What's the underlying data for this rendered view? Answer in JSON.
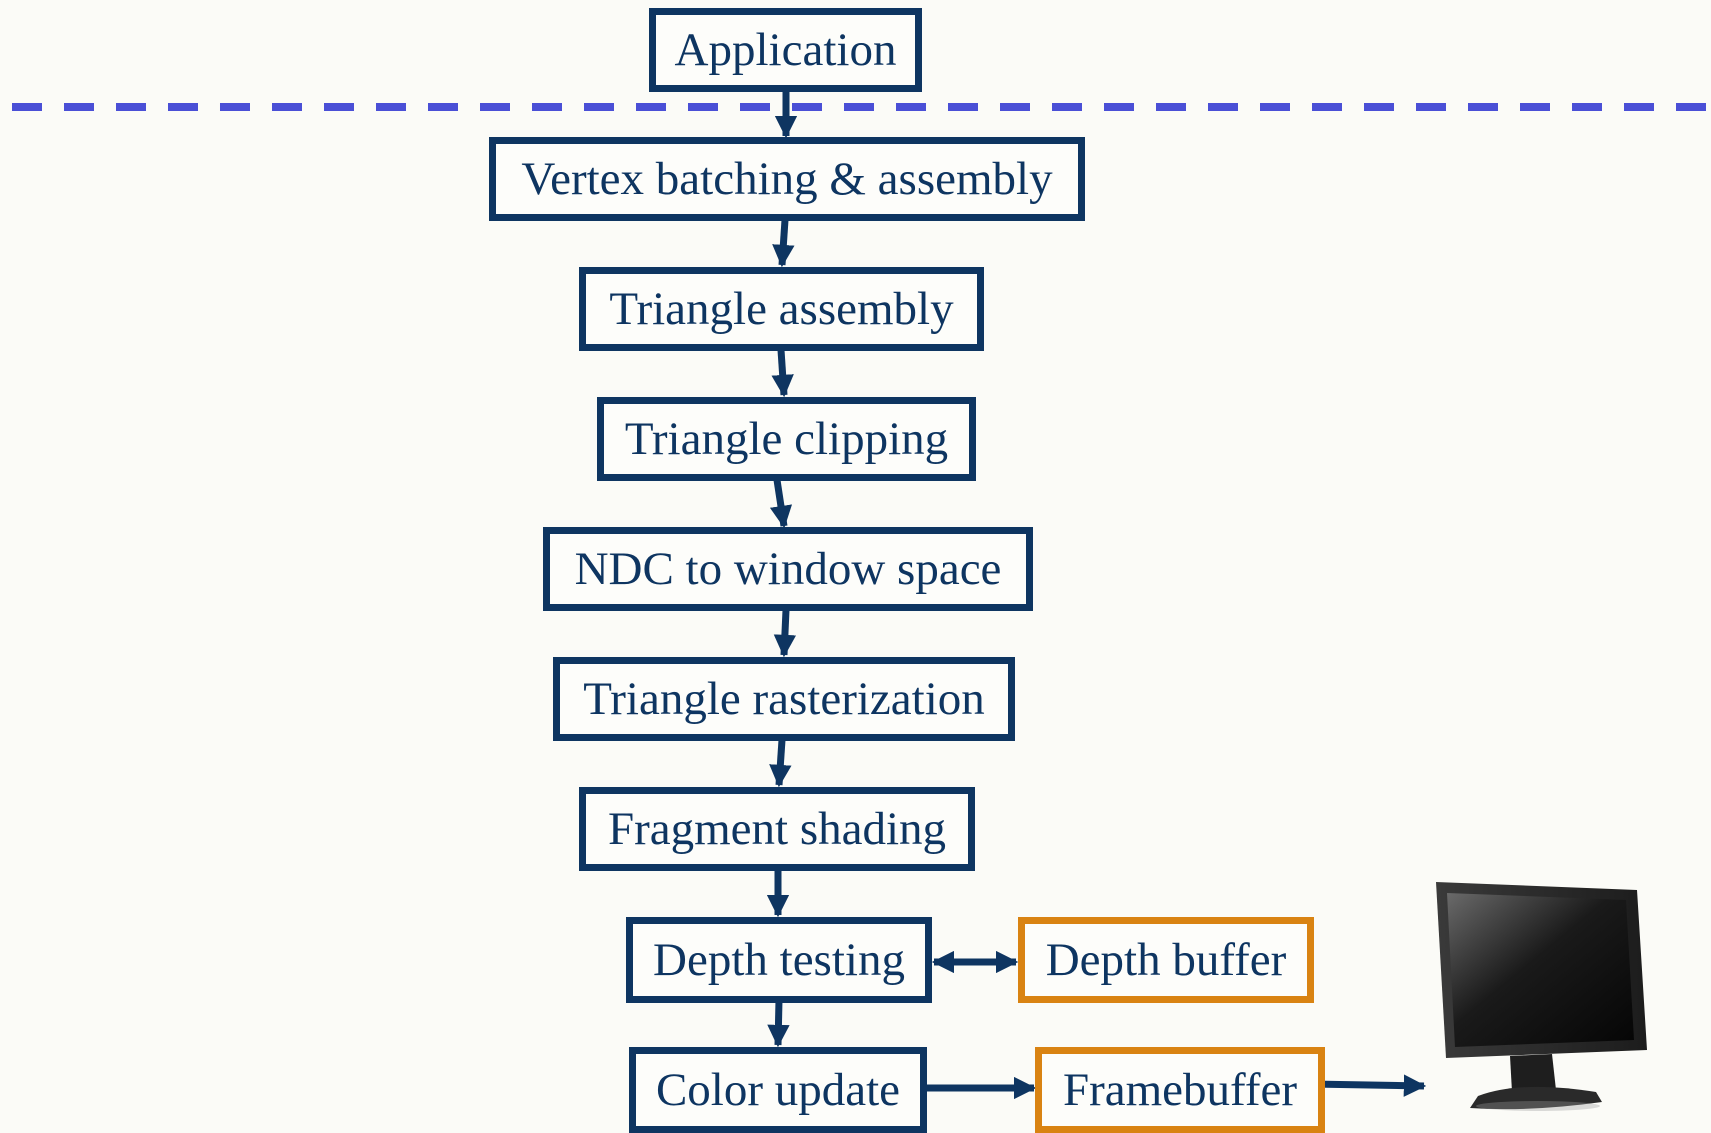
{
  "diagram": {
    "stages": [
      "Application",
      "Vertex batching & assembly",
      "Triangle assembly",
      "Triangle clipping",
      "NDC to window space",
      "Triangle rasterization",
      "Fragment shading",
      "Depth testing",
      "Color update"
    ],
    "buffers": {
      "depth": "Depth buffer",
      "frame": "Framebuffer"
    }
  },
  "colors": {
    "stage_border": "#0e3561",
    "buffer_border": "#d98312",
    "separator": "#4a4fd6",
    "background": "#fbfbf7"
  },
  "icons": {
    "display": "monitor-icon"
  }
}
